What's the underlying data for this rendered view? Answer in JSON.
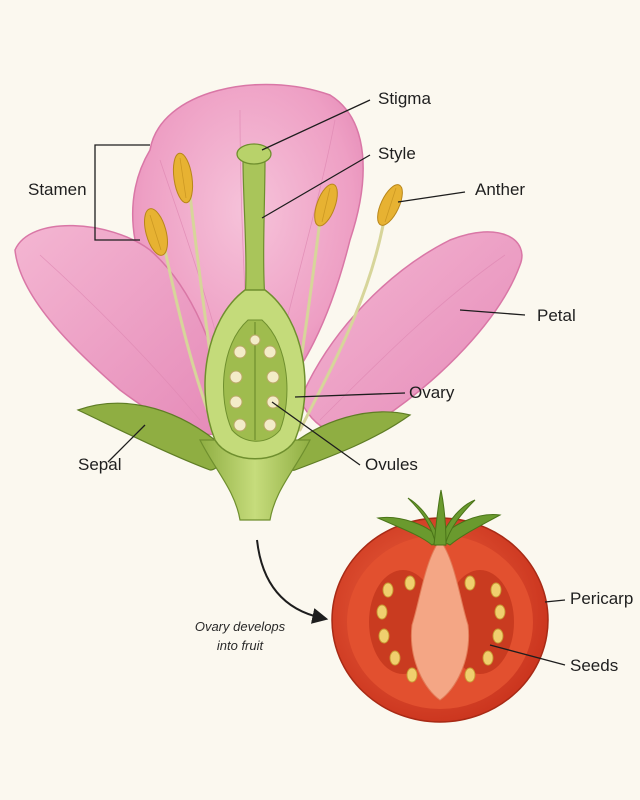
{
  "labels": {
    "stigma": "Stigma",
    "style": "Style",
    "stamen": "Stamen",
    "anther": "Anther",
    "petal": "Petal",
    "ovary": "Ovary",
    "sepal": "Sepal",
    "ovules": "Ovules",
    "pericarp": "Pericarp",
    "seeds": "Seeds"
  },
  "note": {
    "line1": "Ovary develops",
    "line2": "into fruit"
  },
  "colors": {
    "background": "#fbf8ef",
    "petal": "#ee9fc4",
    "petal_edge": "#d977a6",
    "stem_green": "#a9c55a",
    "dark_green": "#6f8f2e",
    "anther_yellow": "#e7b232",
    "ovule_cream": "#f3ecc8",
    "tomato_red": "#e0452b",
    "tomato_flesh": "#f4a685",
    "seed_yellow": "#f0cf6e"
  }
}
